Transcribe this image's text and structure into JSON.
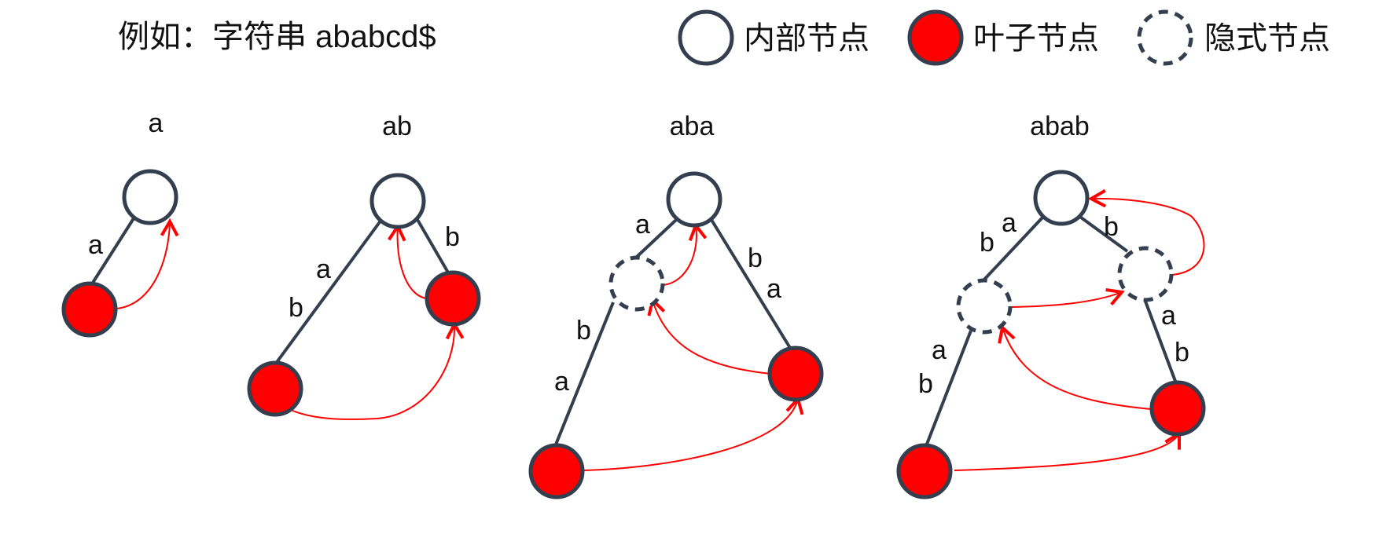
{
  "title": "例如：字符串 ababcd$",
  "legend": {
    "internal": "内部节点",
    "leaf": "叶子节点",
    "implicit": "隐式节点"
  },
  "colors": {
    "edge": "#333f4f",
    "leaf_fill": "#ff0000",
    "suffix_link": "#ff0000"
  },
  "stages": [
    {
      "label": "a",
      "edge_labels": [
        "a"
      ]
    },
    {
      "label": "ab",
      "edge_labels": [
        "a",
        "b",
        "b"
      ]
    },
    {
      "label": "aba",
      "edge_labels": [
        "a",
        "b",
        "a",
        "b",
        "a"
      ]
    },
    {
      "label": "abab",
      "edge_labels": [
        "b",
        "a",
        "b",
        "a",
        "b",
        "a",
        "b"
      ]
    }
  ]
}
